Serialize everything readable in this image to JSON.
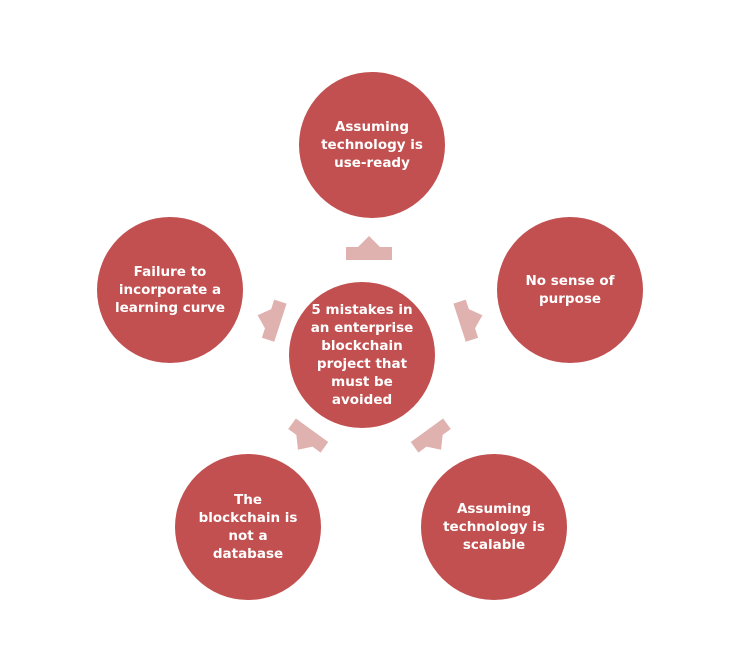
{
  "colors": {
    "circle_fill": "#c25050",
    "arrow_fill": "#dfb2b0",
    "text": "#ffffff"
  },
  "center": {
    "text": "5 mistakes in\nan enterprise\nblockchain\nproject that\nmust be\navoided"
  },
  "nodes": [
    {
      "id": "top",
      "text": "Assuming\ntechnology is\nuse-ready"
    },
    {
      "id": "right",
      "text": "No sense of\npurpose"
    },
    {
      "id": "bottom_right",
      "text": "Assuming\ntechnology is\nscalable"
    },
    {
      "id": "bottom_left",
      "text": "The\nblockchain is\nnot a\ndatabase"
    },
    {
      "id": "left",
      "text": "Failure to\nincorporate a\nlearning curve"
    }
  ]
}
